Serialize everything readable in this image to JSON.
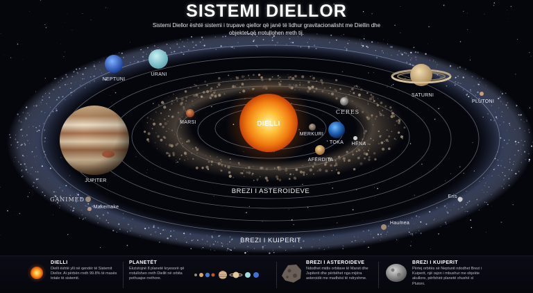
{
  "header": {
    "title": "SISTEMI DIELLOR",
    "subtitle": "Sistemi Diellor është sistemi i trupave qiellor që janë të lidhur gravitacionalisht me Diellin dhe objektet që rrotullohen rreth tij."
  },
  "labels": {
    "sun": "DIELLI",
    "neptune": "NEPTUNI",
    "uranus": "URANI",
    "saturn": "SATURNI",
    "pluto": "PLUTONI",
    "mars": "MARSI",
    "ceres": "CERES",
    "mercury": "MERKURI",
    "earth": "TOKA",
    "moon": "HËNA",
    "venus": "AFËRDITA",
    "jupiter": "JUPITER",
    "ganymede": "GANIMED",
    "makemake": "Makemake",
    "eris": "Eris",
    "haumea": "Haumea",
    "asteroid_belt": "BREZI I ASTEROIDEVE",
    "kuiper_belt": "BREZI I KUIPERIT"
  },
  "footer": {
    "sun": {
      "title": "DIELLI",
      "text": "Dielli është ylli në qendër të Sistemit Diellor. Ai përbën rreth 99.8% të masës totale të sistemit."
    },
    "planets": {
      "title": "PLANETËT",
      "text": "Ekzistojnë 8 planetë kryesorë që rrotullohen rreth Diellit në orbita pothuajse rrethore."
    },
    "asteroid_belt": {
      "title": "BREZI I ASTEROIDEVE",
      "text": "Ndodhet midis orbitave të Marsit dhe Jupiterit dhe përbëhet nga mijëra asteroidë me madhësi të ndryshme."
    },
    "kuiper_belt": {
      "title": "BREZI I KUIPERIT",
      "text": "Përtej orbitës së Neptunit ndodhet Brezi i Kuiperit, një rajon i mbushur me objekte akullore, përfshirë planetë xhuxhë si Plutoni."
    }
  },
  "colors": {
    "background": "#05060c",
    "sun_core": "#ffb020",
    "orbit_line": "#c8ccd8"
  }
}
